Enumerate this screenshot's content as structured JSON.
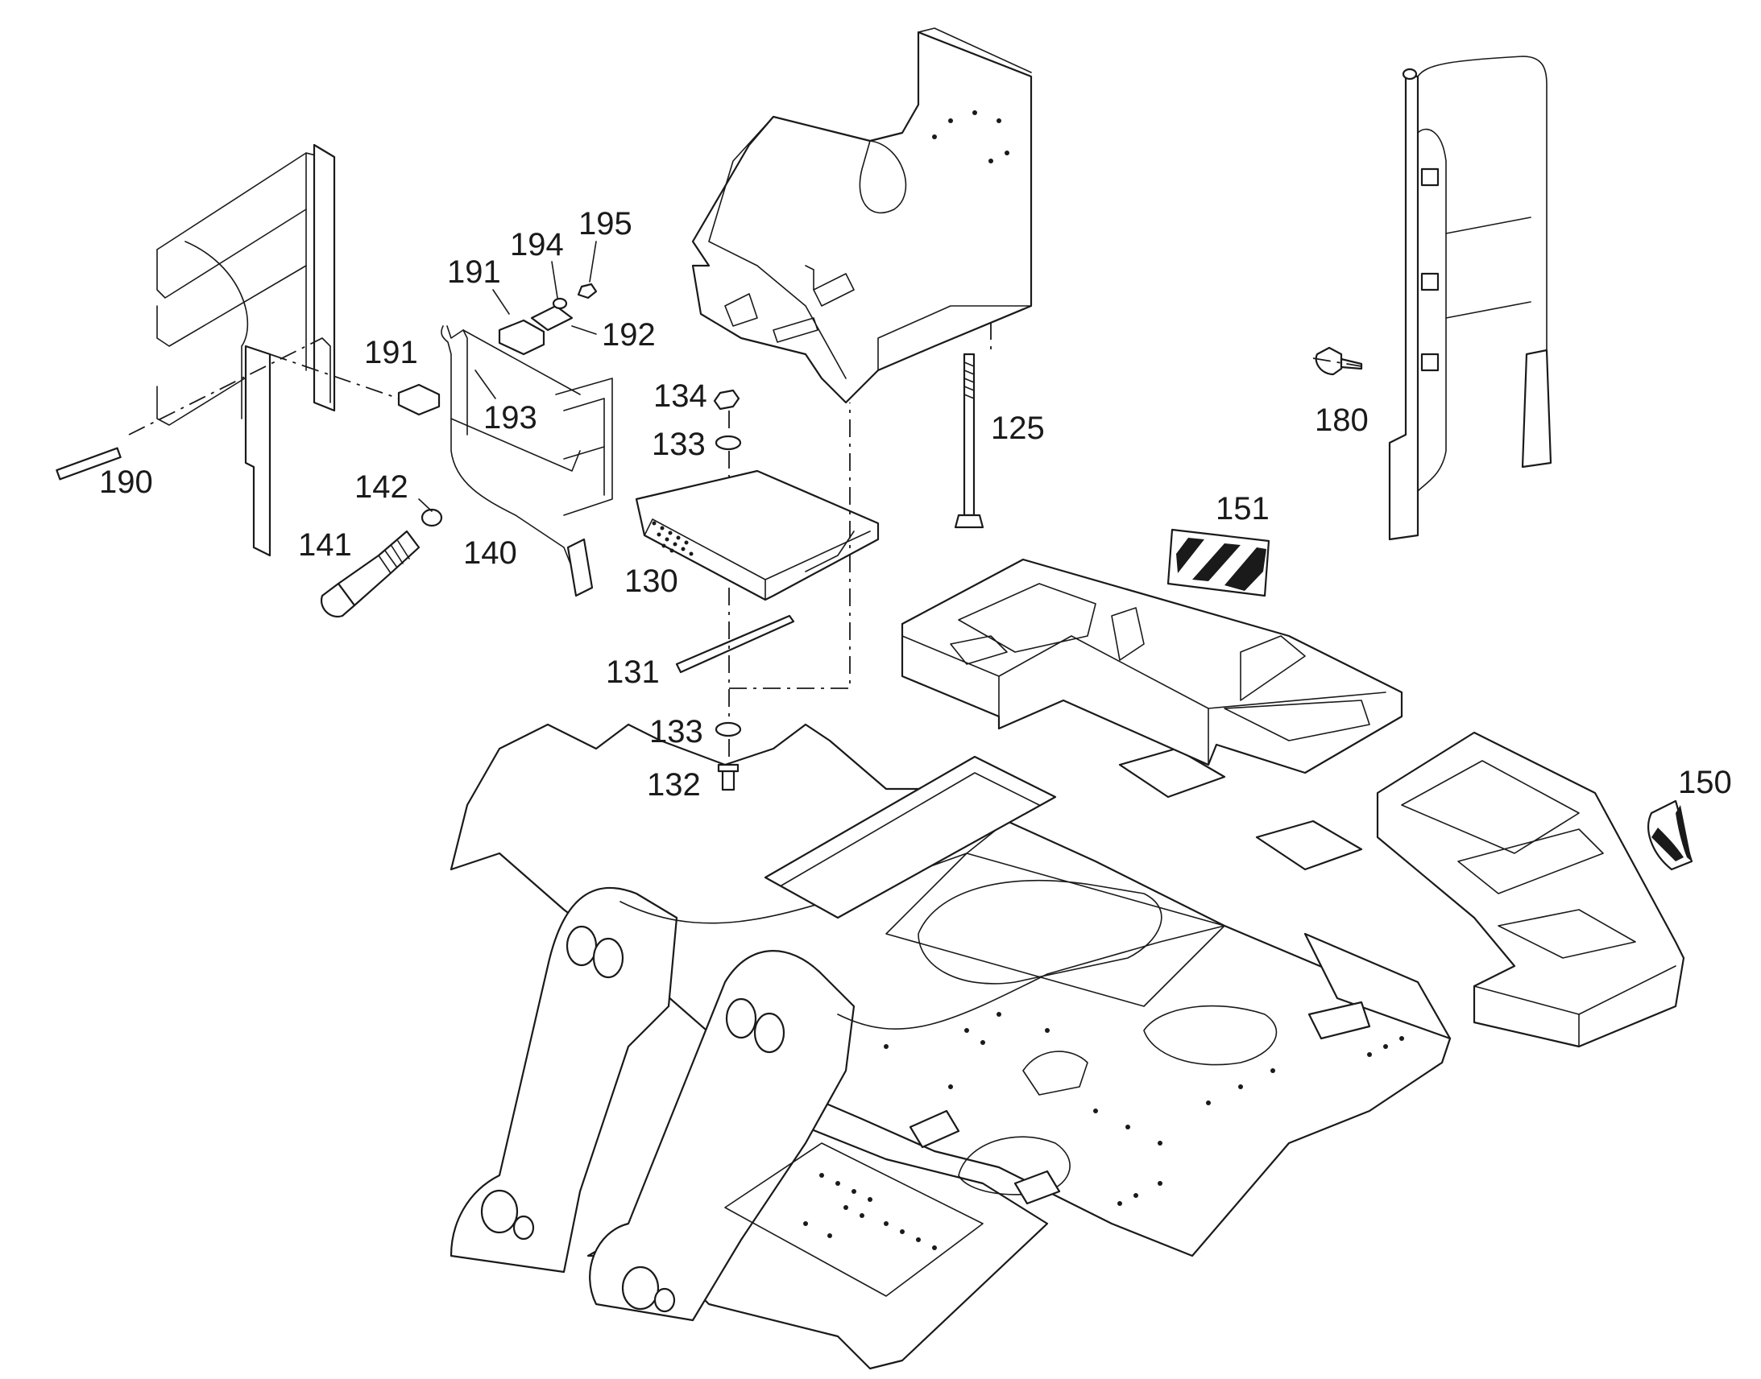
{
  "diagram": {
    "callouts": [
      {
        "id": "c125",
        "label": "125"
      },
      {
        "id": "c130",
        "label": "130"
      },
      {
        "id": "c131",
        "label": "131"
      },
      {
        "id": "c132",
        "label": "132"
      },
      {
        "id": "c133a",
        "label": "133"
      },
      {
        "id": "c133b",
        "label": "133"
      },
      {
        "id": "c134",
        "label": "134"
      },
      {
        "id": "c140",
        "label": "140"
      },
      {
        "id": "c141",
        "label": "141"
      },
      {
        "id": "c142",
        "label": "142"
      },
      {
        "id": "c150",
        "label": "150"
      },
      {
        "id": "c151",
        "label": "151"
      },
      {
        "id": "c180",
        "label": "180"
      },
      {
        "id": "c190",
        "label": "190"
      },
      {
        "id": "c191a",
        "label": "191"
      },
      {
        "id": "c191b",
        "label": "191"
      },
      {
        "id": "c192",
        "label": "192"
      },
      {
        "id": "c193",
        "label": "193"
      },
      {
        "id": "c194",
        "label": "194"
      },
      {
        "id": "c195",
        "label": "195"
      }
    ]
  }
}
